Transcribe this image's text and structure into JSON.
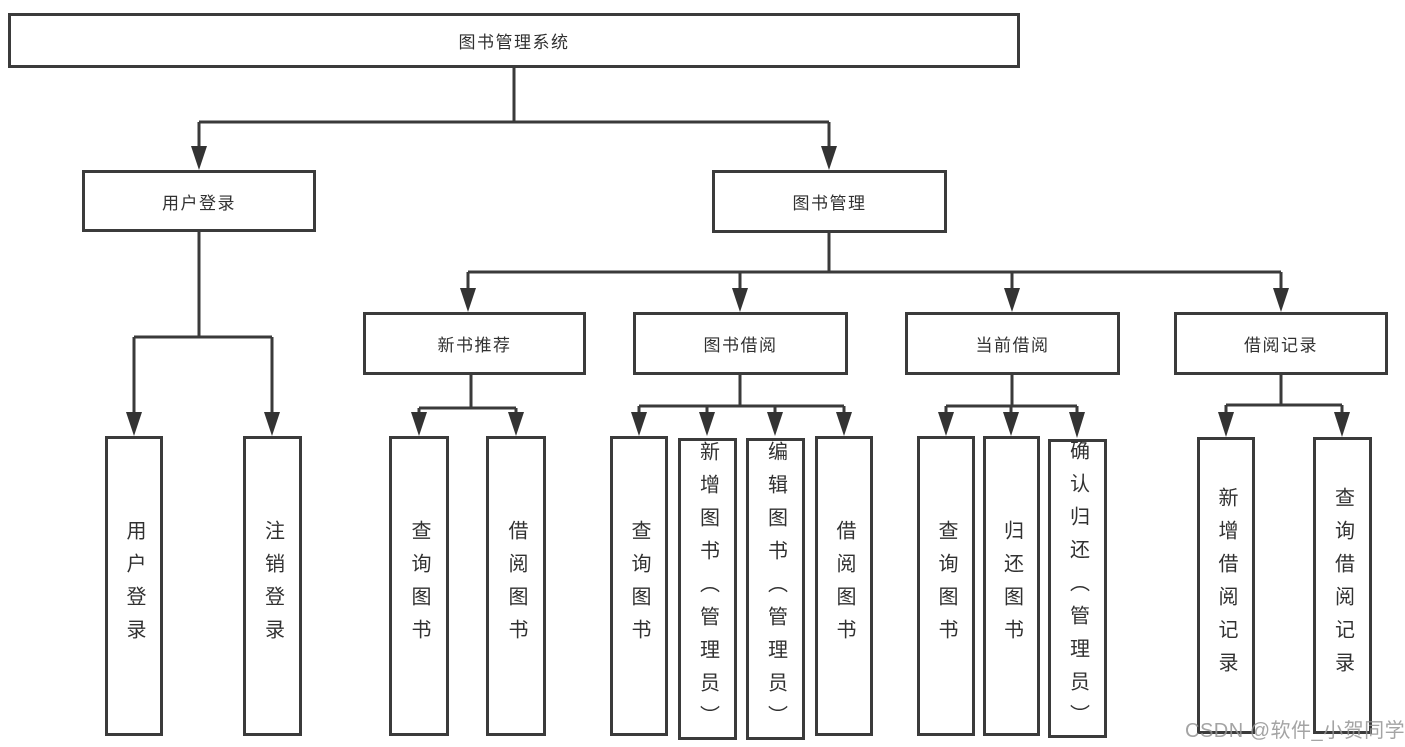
{
  "diagram": {
    "title_node": "图书管理系统",
    "level2": {
      "user_login": "用户登录",
      "book_mgmt": "图书管理"
    },
    "level3": [
      "新书推荐",
      "图书借阅",
      "当前借阅",
      "借阅记录"
    ],
    "leaves": {
      "user_login": [
        "用户登录",
        "注销登录"
      ],
      "new_book_rec": [
        "查询图书",
        "借阅图书"
      ],
      "book_borrow": [
        "查询图书",
        "新增图书（管理员）",
        "编辑图书（管理员）",
        "借阅图书"
      ],
      "current_borrow": [
        "查询图书",
        "归还图书",
        "确认归还（管理员）"
      ],
      "borrow_records": [
        "新增借阅记录",
        "查询借阅记录"
      ]
    }
  },
  "watermark": {
    "text": "CSDN @软件_小贺同学"
  },
  "colors": {
    "line": "#3a3a3a",
    "border": "#3b3b3b",
    "text": "#313131",
    "background": "#ffffff",
    "watermark": "#949494"
  }
}
